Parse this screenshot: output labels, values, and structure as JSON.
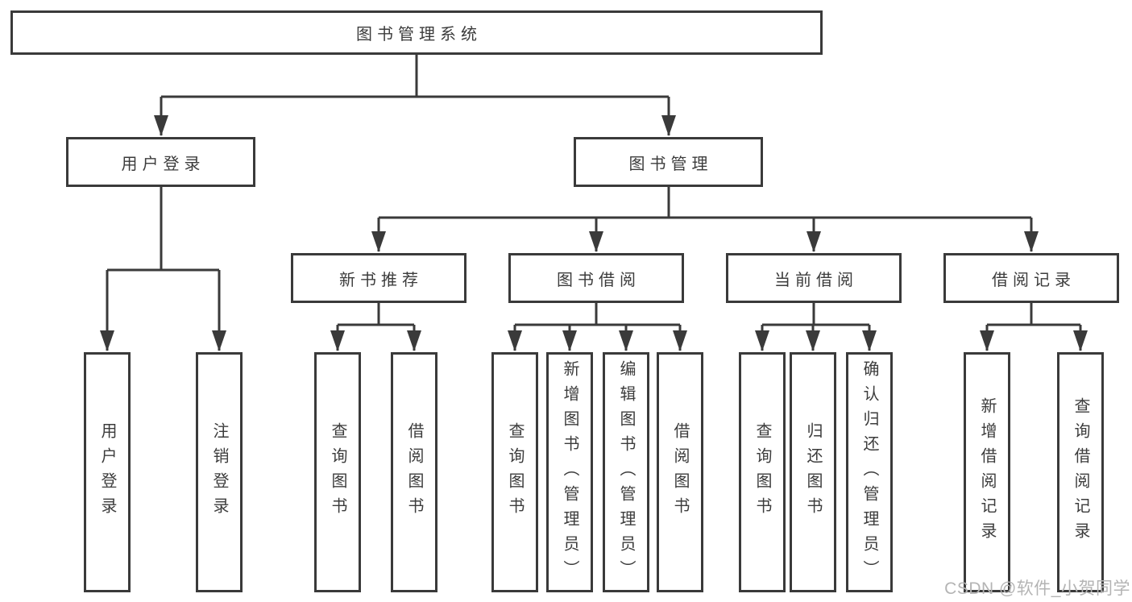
{
  "diagram_title": "图书管理系统",
  "nodes": {
    "root": "图书管理系统",
    "user_login": "用户登录",
    "book_mgmt": "图书管理",
    "new_book_rec": "新书推荐",
    "book_borrow": "图书借阅",
    "current_borrow": "当前借阅",
    "borrow_record": "借阅记录"
  },
  "leaves": {
    "user_login": [
      "用户登录",
      "注销登录"
    ],
    "new_book_rec": [
      "查询图书",
      "借阅图书"
    ],
    "book_borrow": [
      "查询图书",
      "新增图书（管理员）",
      "编辑图书（管理员）",
      "借阅图书"
    ],
    "current_borrow": [
      "查询图书",
      "归还图书",
      "确认归还（管理员）"
    ],
    "borrow_record": [
      "新增借阅记录",
      "查询借阅记录"
    ]
  },
  "watermark": "CSDN @软件_小贺同学",
  "colors": {
    "line": "#3a3a3a",
    "text": "#3c3c3c",
    "watermark": "#b4b4b4",
    "background": "#ffffff"
  }
}
